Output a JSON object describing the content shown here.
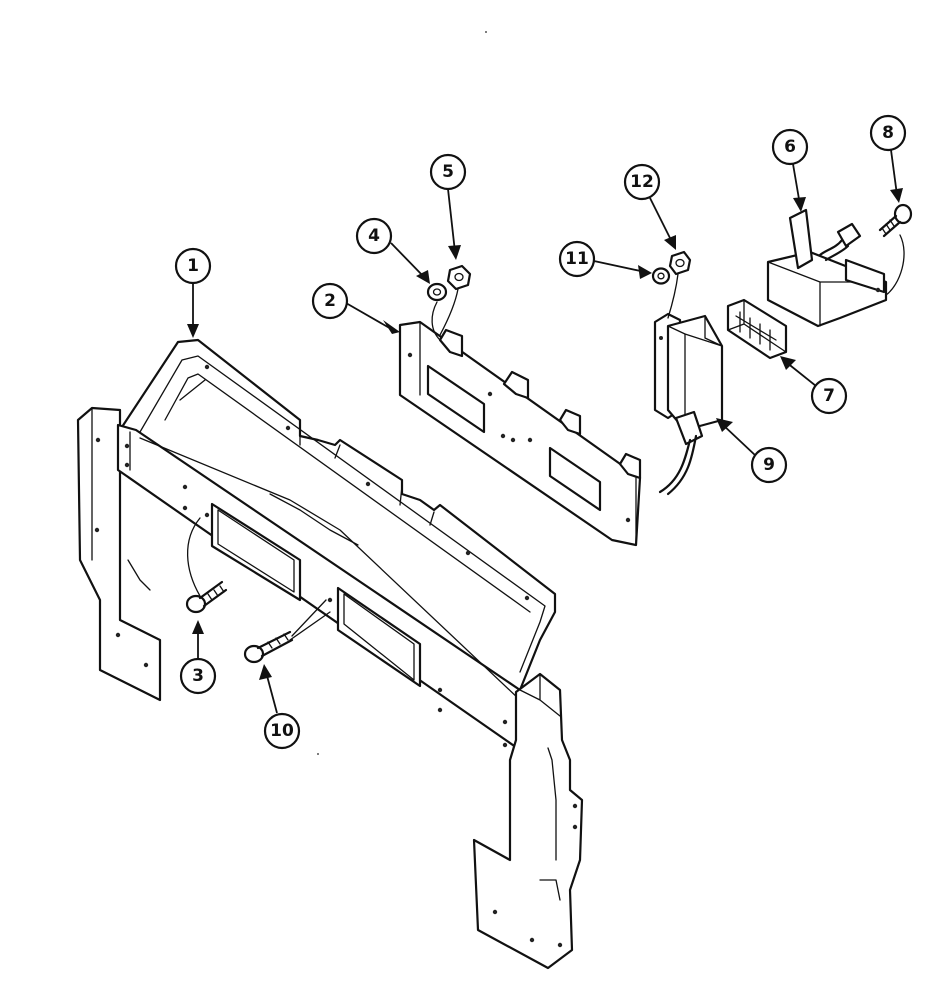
{
  "callouts": [
    {
      "id": "1",
      "label": "1",
      "part": "control-panel-bracket"
    },
    {
      "id": "2",
      "label": "2",
      "part": "switch-mounting-plate"
    },
    {
      "id": "3",
      "label": "3",
      "part": "screw"
    },
    {
      "id": "4",
      "label": "4",
      "part": "washer"
    },
    {
      "id": "5",
      "label": "5",
      "part": "nut"
    },
    {
      "id": "6",
      "label": "6",
      "part": "switch-assembly"
    },
    {
      "id": "7",
      "label": "7",
      "part": "terminal-block"
    },
    {
      "id": "8",
      "label": "8",
      "part": "screw"
    },
    {
      "id": "9",
      "label": "9",
      "part": "relay-module"
    },
    {
      "id": "10",
      "label": "10",
      "part": "screw"
    },
    {
      "id": "11",
      "label": "11",
      "part": "washer"
    },
    {
      "id": "12",
      "label": "12",
      "part": "nut"
    }
  ]
}
